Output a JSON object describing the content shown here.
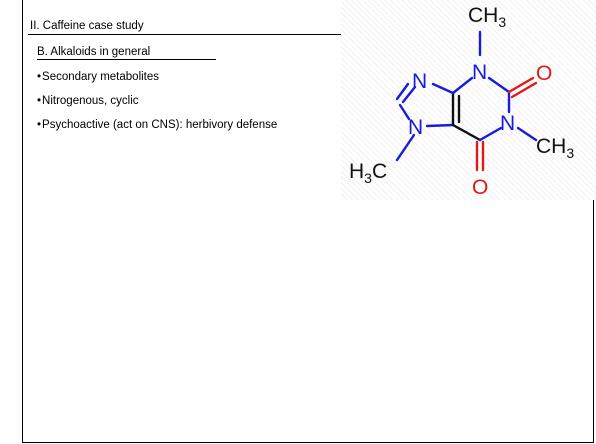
{
  "slide": {
    "heading": "II. Caffeine case study",
    "subheading": "B. Alkaloids in general",
    "bullet_glyph": "•",
    "bullets": [
      "Secondary metabolites",
      "Nitrogenous, cyclic",
      "Psychoactive (act on CNS): herbivory defense"
    ]
  },
  "molecule": {
    "atoms": {
      "ch3_top": "CH",
      "n_left": "N",
      "n_top": "N",
      "o_right": "O",
      "n_right": "N",
      "ch3_right": "CH",
      "n_bottom_left": "N",
      "h3c": "H",
      "h3c_c": "C",
      "o_bottom": "O",
      "sub3": "3"
    },
    "colors": {
      "nitrogen": "#1a1adc",
      "oxygen": "#e01a1a",
      "carbon": "#111111"
    }
  }
}
